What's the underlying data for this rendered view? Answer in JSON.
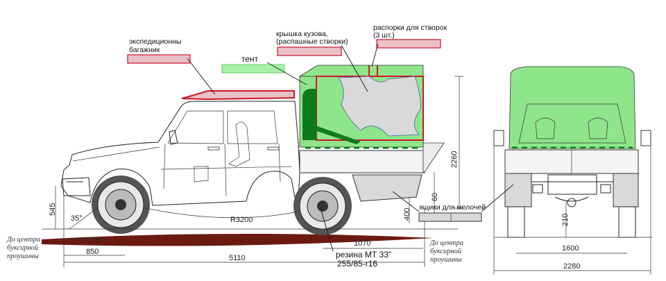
{
  "colors": {
    "green_fill": "#8fe58a",
    "green_dark": "#0c7a1d",
    "red_outline": "#d1132a",
    "pink_fill": "#e9c2c8",
    "gray_fill": "#d9d9d9",
    "mint_fill": "#a8f0a8",
    "brown_band": "#6b1a12"
  },
  "labels": {
    "expedition_rack_line1": "экспедиционны",
    "expedition_rack_line2": "багажник",
    "body_lid_line1": "крышка кузова,",
    "body_lid_line2": "(распашные створки)",
    "struts_line1": "распорки для створок",
    "struts_line2": "(3 шт.)",
    "tent": "тент",
    "small_boxes": "ящики для мелочей",
    "tire_line1": "резина МТ 33\"",
    "tire_line2": "255/85-r16"
  },
  "dimensions": {
    "d545": "545",
    "d35": "35°",
    "d60": "60",
    "d400": "400",
    "d2260": "2260",
    "d775": "775",
    "d850": "850",
    "r3200": "R3200",
    "d1070": "1070",
    "d5110": "5110",
    "d210": "210",
    "d1600": "1600",
    "d2280": "2280",
    "tow_left_line1": "До центра",
    "tow_left_line2": "буксирной",
    "tow_left_line3": "проушины",
    "tow_right_line1": "До центра",
    "tow_right_line2": "буксирной",
    "tow_right_line3": "проушины"
  }
}
